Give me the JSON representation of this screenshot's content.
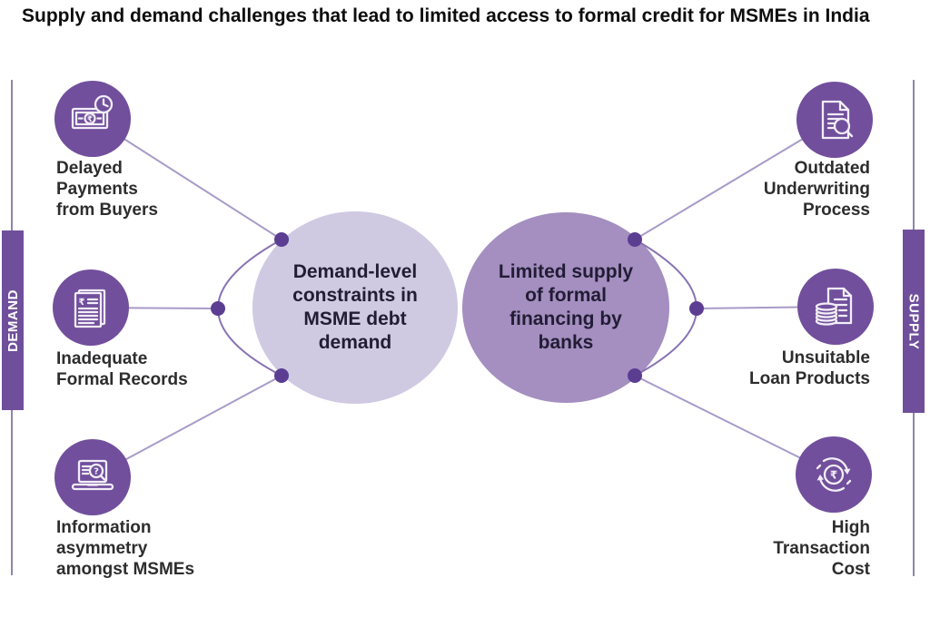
{
  "title": "Supply and demand challenges that lead to limited access to formal credit for MSMEs in India",
  "side_labels": {
    "left": "DEMAND",
    "right": "SUPPLY"
  },
  "center": {
    "demand_circle_text": "Demand-level\nconstraints in\nMSME debt\ndemand",
    "supply_circle_text": "Limited supply\nof formal\nfinancing by\nbanks"
  },
  "demand_factors": [
    {
      "label": "Delayed\nPayments\nfrom Buyers",
      "icon": "money-clock-icon"
    },
    {
      "label": "Inadequate\nFormal Records",
      "icon": "document-rupee-icon"
    },
    {
      "label": "Information\nasymmetry\namongst MSMEs",
      "icon": "laptop-search-icon"
    }
  ],
  "supply_factors": [
    {
      "label": "Outdated\nUnderwriting\nProcess",
      "icon": "document-search-icon"
    },
    {
      "label": "Unsuitable\nLoan Products",
      "icon": "coins-document-icon"
    },
    {
      "label": "High\nTransaction\nCost",
      "icon": "cycle-rupee-icon"
    }
  ],
  "glyphs": {
    "rupee": "₹",
    "question": "?"
  },
  "colors": {
    "icon_circle": "#714f9c",
    "side_bar": "#6f4f9b",
    "demand_circle_fill": "#cfc9e2",
    "supply_circle_fill": "#a48fc0",
    "connector_line": "#a89bc8",
    "arc_line": "#8872b4",
    "dot": "#5b3e92",
    "guide_line": "#8f84ad",
    "label_text": "#2d2d2d",
    "circle_text": "#221c35"
  }
}
